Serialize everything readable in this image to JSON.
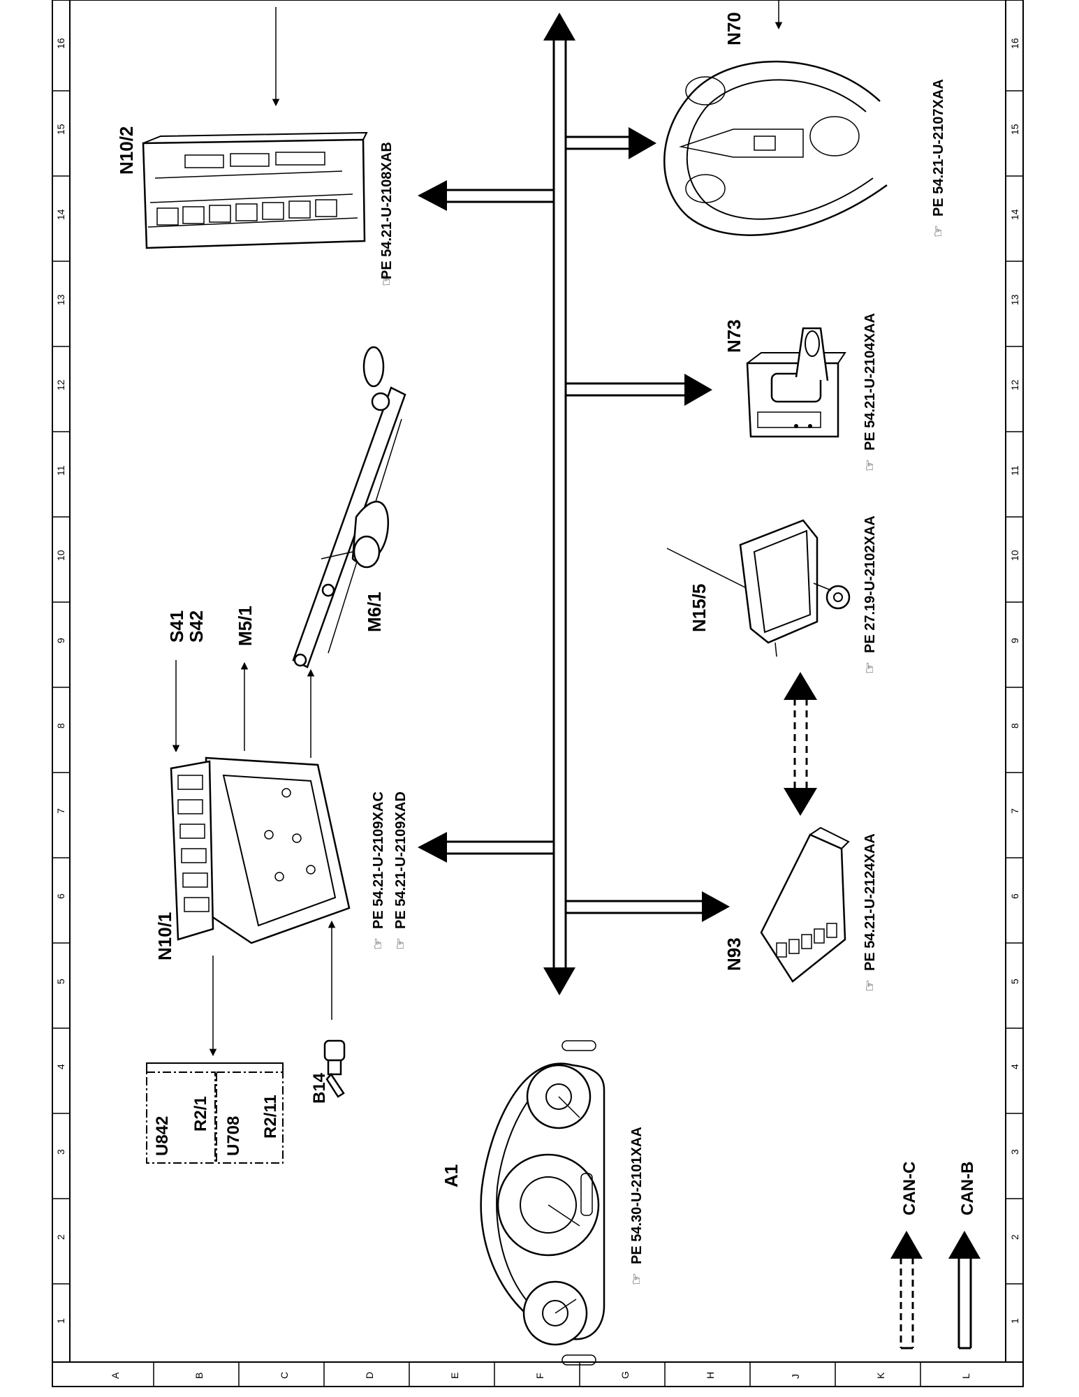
{
  "grid": {
    "columns": [
      "1",
      "2",
      "3",
      "4",
      "5",
      "6",
      "7",
      "8",
      "9",
      "10",
      "11",
      "12",
      "13",
      "14",
      "15",
      "16"
    ],
    "rows": [
      "A",
      "B",
      "C",
      "D",
      "E",
      "F",
      "G",
      "H",
      "J",
      "K",
      "L"
    ]
  },
  "components": {
    "n10_2": {
      "label": "N10/2",
      "ref": "PE  54.21-U-2108XAB"
    },
    "n70": {
      "label": "N70",
      "ref": "PE  54.21-U-2107XAA"
    },
    "n73": {
      "label": "N73",
      "ref": "PE  54.21-U-2104XAA"
    },
    "m6_1": {
      "label": "M6/1"
    },
    "n15_5": {
      "label": "N15/5",
      "ref": "PE  27.19-U-2102XAA"
    },
    "s41": {
      "label": "S41"
    },
    "s42": {
      "label": "S42"
    },
    "m5_1": {
      "label": "M5/1"
    },
    "n10_1": {
      "label": "N10/1",
      "ref1": "PE  54.21-U-2109XAC",
      "ref2": "PE  54.21-U-2109XAD"
    },
    "n93": {
      "label": "N93",
      "ref": "PE  54.21-U-2124XAA"
    },
    "b14": {
      "label": "B14"
    },
    "a1": {
      "label": "A1",
      "ref": "PE  54.30-U-2101XAA"
    }
  },
  "loads": [
    "U842",
    "R2/1",
    "U708",
    "R2/11"
  ],
  "legend": {
    "can_c": "CAN-C",
    "can_b": "CAN-B"
  }
}
